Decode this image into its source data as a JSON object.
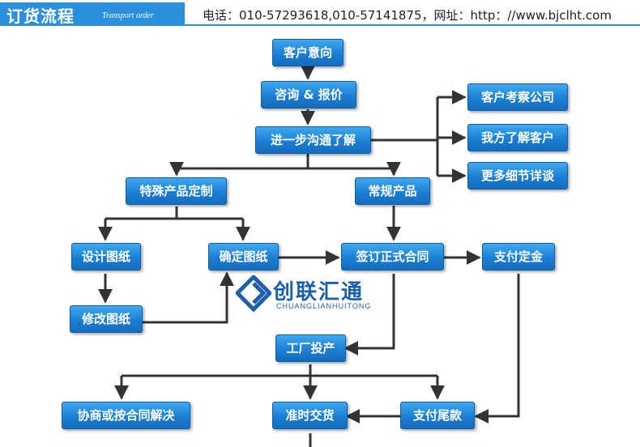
{
  "header": {
    "title": "订货流程",
    "subtitle": "Transport order",
    "contact": "电话：010-57293618,010-57141875，网址：http：//www.bjclht.com"
  },
  "logo": {
    "name_cn": "创联汇通",
    "name_en": "CHUANGLIANHUITONG"
  },
  "colors": {
    "node": "#1b7fd3",
    "line": "#333333",
    "accent": "#2a8fdc"
  },
  "nodes": {
    "customer_intent": "客户意向",
    "inquiry_quote": "咨询 & 报价",
    "further_communication": "进一步沟通了解",
    "customer_visit": "客户考察公司",
    "we_understand": "我方了解客户",
    "more_details": "更多细节详谈",
    "custom_product": "特殊产品定制",
    "regular_product": "常规产品",
    "design_drawing": "设计图纸",
    "confirm_drawing": "确定图纸",
    "sign_contract": "签订正式合同",
    "pay_deposit": "支付定金",
    "revise_drawing": "修改图纸",
    "factory_production": "工厂投产",
    "negotiate": "协商或按合同解决",
    "delivery": "准时交货",
    "pay_balance": "支付尾款"
  }
}
